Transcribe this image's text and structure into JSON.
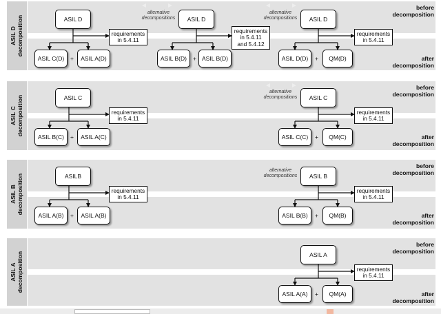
{
  "panels": [
    {
      "side_label": "ASIL D\ndecomposition",
      "before": "before\ndecomposition",
      "after": "after\ndecomposition"
    },
    {
      "side_label": "ASIL C\ndecomposition",
      "before": "before\ndecomposition",
      "after": "after\ndecomposition"
    },
    {
      "side_label": "ASIL B\ndecomposition",
      "before": "before\ndecomposition",
      "after": "after\ndecomposition"
    },
    {
      "side_label": "ASIL A\ndecomposition",
      "before": "before\ndecomposition",
      "after": "after\ndecomposition"
    }
  ],
  "alt_note": "alternative\ndecompositions",
  "plus": "+",
  "d": {
    "g1": {
      "parent": "ASIL D",
      "left": "ASIL C(D)",
      "right": "ASIL A(D)",
      "req": "requirements\nin 5.4.11"
    },
    "g2": {
      "parent": "ASIL D",
      "left": "ASIL B(D)",
      "right": "ASIL B(D)",
      "req": "requirements\nin 5.4.11\nand 5.4.12"
    },
    "g3": {
      "parent": "ASIL D",
      "left": "ASIL D(D)",
      "right": "QM(D)",
      "req": "requirements\nin 5.4.11"
    }
  },
  "c": {
    "g1": {
      "parent": "ASIL C",
      "left": "ASIL B(C)",
      "right": "ASIL A(C)",
      "req": "requirements\nin 5.4.11"
    },
    "g2": {
      "parent": "ASIL C",
      "left": "ASIL C(C)",
      "right": "QM(C)",
      "req": "requirements\nin 5.4.11"
    }
  },
  "b": {
    "g1": {
      "parent": "ASILB",
      "left": "ASIL A(B)",
      "right": "ASIL A(B)",
      "req": "requirements\nin 5.4.11"
    },
    "g2": {
      "parent": "ASIL B",
      "left": "ASIL B(B)",
      "right": "QM(B)",
      "req": "requirements\nin 5.4.11"
    }
  },
  "a": {
    "g1": {
      "parent": "ASIL A",
      "left": "ASIL A(A)",
      "right": "QM(A)",
      "req": "requirements\nin 5.4.11"
    }
  }
}
